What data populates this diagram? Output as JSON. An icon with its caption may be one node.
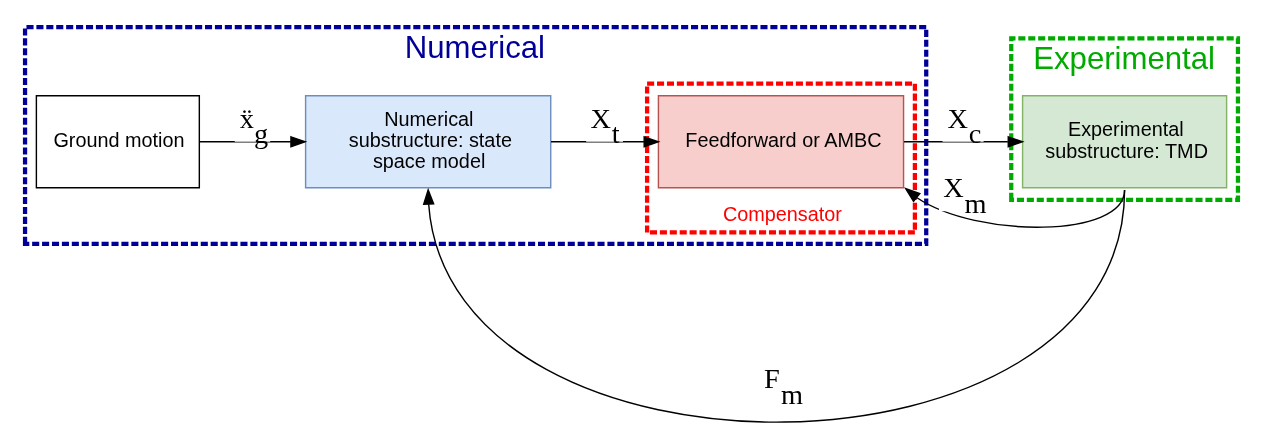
{
  "diagram": {
    "nodes": [
      {
        "text": [
          "Numerical"
        ]
      },
      {
        "text": [
          "Compensator"
        ],
        "in": 0
      },
      {
        "text": [
          "Ground motion"
        ],
        "in": 0
      },
      {
        "text": [
          "Numerical substructure: state space model"
        ],
        "in": 0
      },
      {
        "text": [
          "Feedforward or AMBC"
        ],
        "in": 1
      },
      {
        "text": [
          "Experimental"
        ]
      },
      {
        "text": [
          "Experimental substructure: TMD"
        ],
        "in": 5
      }
    ],
    "edges": [
      {
        "from": 2,
        "to": 3,
        "arrow": "to",
        "label": "ẍ$_{g}$"
      },
      {
        "from": 3,
        "to": 4,
        "arrow": "to",
        "label": "X$_{t}$"
      },
      {
        "from": 4,
        "to": 6,
        "arrow": "to",
        "label": "X$_{c}$"
      },
      {
        "from": 6,
        "to": 4,
        "arrow": "to",
        "label": "X$_{m}$"
      },
      {
        "from": 6,
        "to": 3,
        "arrow": "to",
        "label": "F$_{m}$"
      }
    ]
  }
}
